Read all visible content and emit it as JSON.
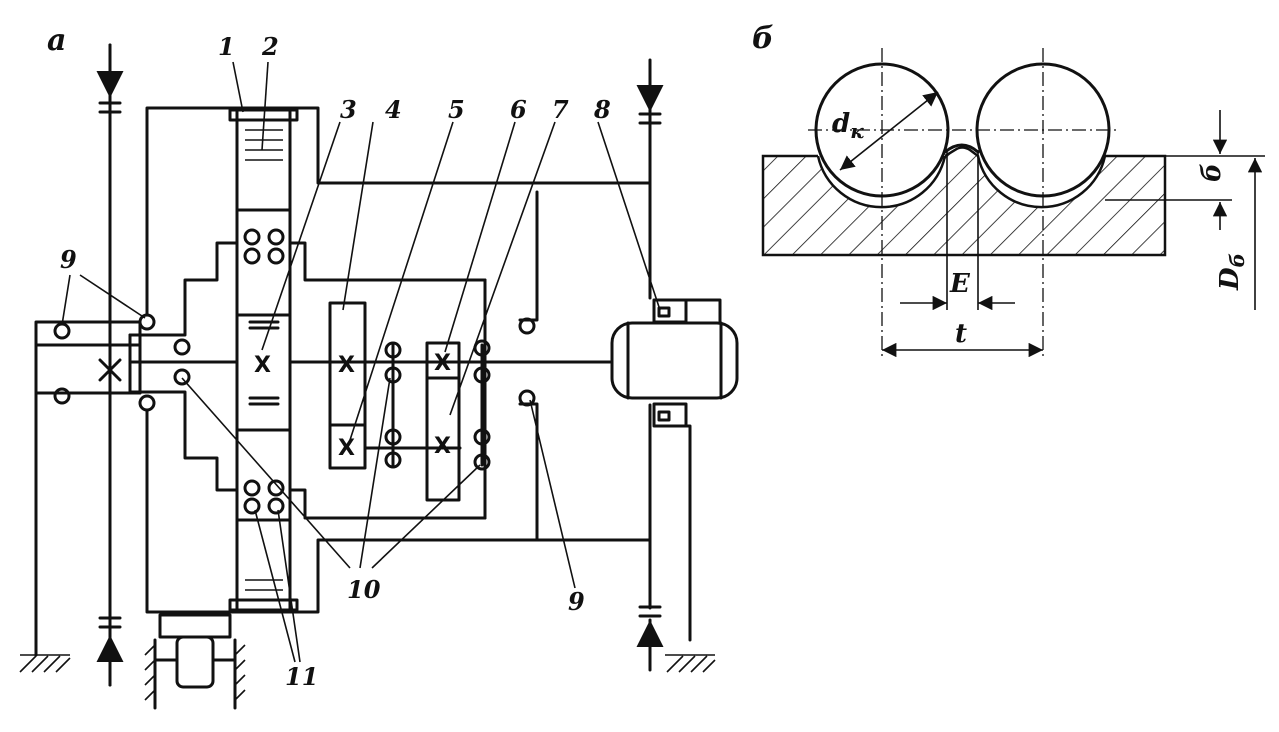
{
  "panel_a": {
    "label": "a",
    "numbers": {
      "n1": "1",
      "n2": "2",
      "n3": "3",
      "n4": "4",
      "n5": "5",
      "n6": "6",
      "n7": "7",
      "n8": "8",
      "n9_left": "9",
      "n9_right": "9",
      "n10": "10",
      "n11": "11"
    },
    "gear_mark": "X"
  },
  "panel_b": {
    "label": "б",
    "dk_label": "d",
    "dk_sub": "к",
    "e_label": "E",
    "t_label": "t",
    "b_label": "б",
    "db_label": "D",
    "db_sub": "б"
  }
}
